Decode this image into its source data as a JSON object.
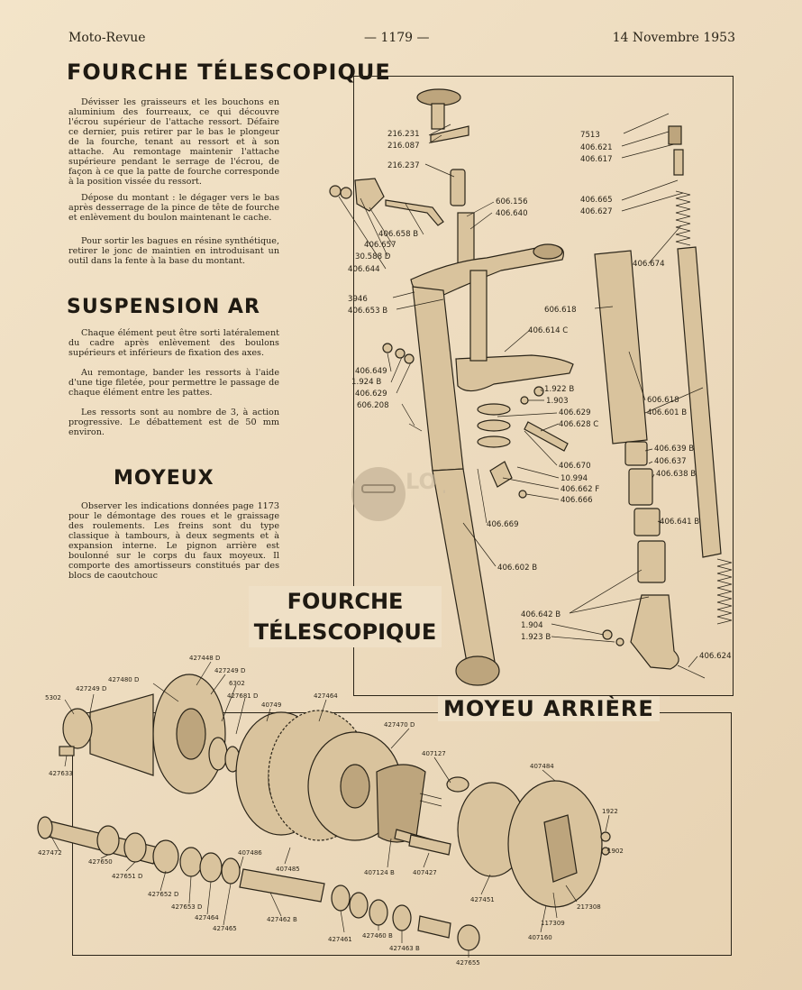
{
  "header": {
    "magazine": "Moto-Revue",
    "page_number": "— 1179 —",
    "date": "14 Novembre 1953"
  },
  "sections": {
    "fourche": {
      "title": "FOURCHE TÉLESCOPIQUE",
      "p1": "Dévisser les graisseurs et les bouchons en aluminium des fourreaux, ce qui découvre l'écrou supérieur de l'attache ressort. Défaire ce dernier, puis retirer par le bas le plongeur de la fourche, tenant au ressort et à son attache. Au remontage maintenir l'attache supérieure pendant le serrage de l'écrou, de façon à ce que la patte de fourche corresponde à la position vissée du ressort.",
      "p2": "Dépose du montant : le dégager vers le bas après desserrage de la pince de tête de fourche et enlèvement du boulon maintenant le cache.",
      "p3": "Pour sortir les bagues en résine synthétique, retirer le jonc de maintien en introduisant un outil dans la fente à la base du montant."
    },
    "suspension": {
      "title": "SUSPENSION AR",
      "p1": "Chaque élément peut être sorti latéralement du cadre après enlèvement des boulons supérieurs et inférieurs de fixation des axes.",
      "p2": "Au remontage, bander les ressorts à l'aide d'une tige filetée, pour permettre le passage de chaque élément entre les pattes.",
      "p3": "Les ressorts sont au nombre de 3, à action progressive. Le débattement est de 50 mm environ."
    },
    "moyeux": {
      "title": "MOYEUX",
      "p1": "Observer les indications données page 1173 pour le démontage des roues et le graissage des roulements. Les freins sont du type classique à tambours, à deux segments et à expansion interne. Le pignon arrière est boulonné sur le corps du faux moyeux. Il comporte des amortisseurs constitués par des blocs de caoutchouc"
    }
  },
  "figure_captions": {
    "fork": "FOURCHE TÉLESCOPIQUE",
    "hub": "MOYEU ARRIÈRE"
  },
  "watermark": {
    "text": "LO JP"
  },
  "fork_labels": [
    "216.231",
    "216.087",
    "216.237",
    "7513",
    "406.621",
    "406.617",
    "606.156",
    "406.640",
    "406.665",
    "406.627",
    "406.658 B",
    "406.657",
    "30.588 D",
    "406.644",
    "406.674",
    "3946",
    "406.653 B",
    "606.618",
    "406.614 C",
    "406.649",
    "1.924 B",
    "406.629",
    "606.208",
    "1.922 B",
    "1.903",
    "406.629",
    "406.628 C",
    "606.618",
    "406.601 B",
    "406.639 B",
    "406.637",
    "406.638 B",
    "406.670",
    "10.994",
    "406.662 F",
    "406.666",
    "406.669",
    "406.641 B",
    "406.602 B",
    "406.642 B",
    "1.904",
    "1.923 B",
    "406.624"
  ],
  "hub_labels": [
    "427448 D",
    "427249 D",
    "427480 D",
    "6302",
    "427681 D",
    "427464",
    "40749",
    "427470 D",
    "5302",
    "427249 D",
    "407127",
    "427633",
    "407484",
    "1922",
    "1902",
    "427472",
    "427650",
    "427651 D",
    "427652 D",
    "407486",
    "407485",
    "407124 B",
    "407427",
    "427653 D",
    "427464",
    "427465",
    "427462 B",
    "427461",
    "427460 B",
    "427463 B",
    "427451",
    "217308",
    "117309",
    "407160",
    "427655"
  ]
}
